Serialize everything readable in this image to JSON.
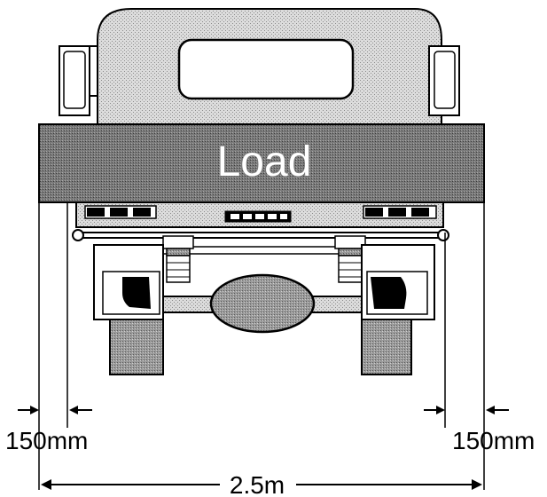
{
  "labels": {
    "load": "Load",
    "left_clearance": "150mm",
    "right_clearance": "150mm",
    "overall_width": "2.5m"
  },
  "colors": {
    "cab_fill": "#d9d9d9",
    "load_fill": "#6e6e6e",
    "wheel_fill": "#8a8a8a",
    "line": "#000000"
  }
}
